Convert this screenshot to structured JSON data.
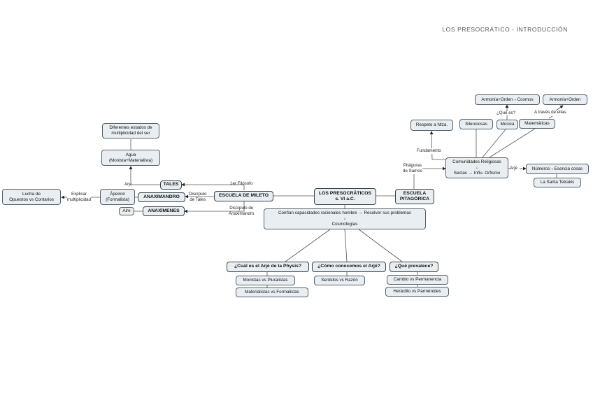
{
  "header": {
    "title": "LOS PRESOCRÁTICO - INTRODUCCIÓN"
  },
  "nodes": {
    "central": "LOS PRESOCRÁTICOS\ns. VI a.C.",
    "mileto": "ESCUELA DE MILETO",
    "pitagorica": "ESCUELA\nPITAGÓRICA",
    "tales": "TALES",
    "anaximandro": "ANAXIMANDRO",
    "anaximenes": "ANAXÍMENES",
    "agua": "Agua\n(Monista+Materialista)",
    "estados": "Diferentes estados de\nmultiplicidad del ser",
    "apeiron": "Ápeiron\n(Formalista)",
    "lucha": "Lucha de\nOpuestos vs Contarios",
    "aire": "Aire",
    "confian": "Confían capacidades racionales hombre → Resolver sus problemas\n↓\nCosmologías",
    "q_arje": "¿Cuál es el Arjé de la Physis?",
    "q_conocer": "¿Cómo conocemos el Arjé?",
    "q_prevalece": "¿Qué prevalece?",
    "monistas": "Monistas vs Pluralistas",
    "materialistas": "Materialistas vs Formalistas",
    "sentidos": "Sentidos vs Razón",
    "cambio": "Cambio vs Permanencia",
    "heraclito": "Heráclito vs Parménides",
    "comunidades": "Comunidades Religiosas\n↓\nSectas → Influ. Orfismo",
    "respeto": "Respeto a Ntza.",
    "silenciosas": "Silenciosas",
    "musica": "Música",
    "matematicas": "Matemáticas",
    "armonia_cosmos": "Armonía+Orden→Cosmos",
    "armonia_orden": "Armonía+Orden",
    "numeros": "Números→Esencia cosas",
    "tetrakis": "La Santa Tetrakis"
  },
  "labels": {
    "primer_filosofo": "1er Filósofo",
    "discipulo_tales": "Discípulo\nde Tales",
    "discipulo_anaximandro": "Discípulo de\nAnaximandro",
    "arje_tales": "Arjé",
    "explicar": "Explicar\nmultiplicidad",
    "pitagoras_samos": "Pitágoras\nde Samos",
    "fundamento": "Fundamento",
    "que_es": "¿Qué es?",
    "traves": "A través de ellas",
    "arje_pit": "Arjé"
  },
  "colors": {
    "node_fill": "#e8eef1",
    "node_border": "#56606a",
    "line": "#555555",
    "arrow": "#222222"
  }
}
